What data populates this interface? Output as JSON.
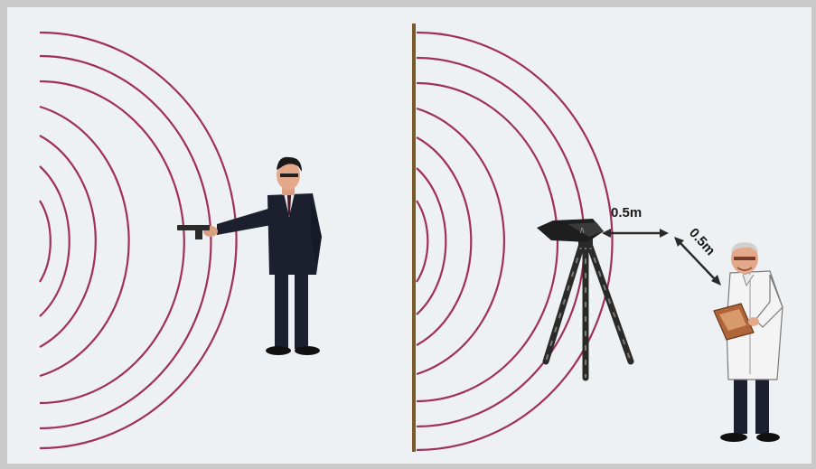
{
  "labels": {
    "horizontal_distance": "0.5m",
    "diagonal_distance": "0.5m"
  },
  "colors": {
    "background": "#eef1f3",
    "wave_rings": "#a0305a",
    "wall": "#7a5a2a",
    "suit": "#1b1f2e",
    "lab_coat": "#f4f4f4",
    "skin": "#e4a98a",
    "clipboard": "#b0643a",
    "arrow": "#2a2a2a"
  },
  "icons": {
    "shooter": "man-in-suit-firing-pistol-figure",
    "pistol": "pistol-icon",
    "wall": "reflecting-wall",
    "sound_source": "loudspeaker-on-tripod-icon",
    "observer": "scientist-with-clipboard-figure"
  }
}
